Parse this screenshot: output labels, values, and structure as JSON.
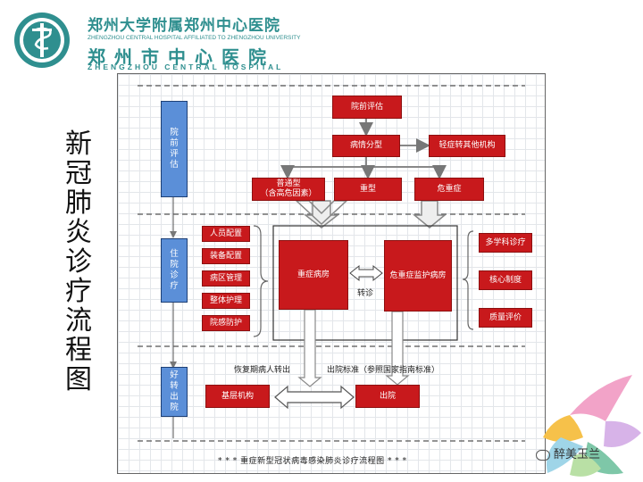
{
  "header": {
    "hospital_cn_line1": "郑州大学附属郑州中心医院",
    "hospital_en_line1": "ZHENGZHOU CENTRAL HOSPITAL AFFILIATED TO ZHENGZHOU UNIVERSITY",
    "hospital_cn_line2": "郑州市中心医院",
    "hospital_en_line2": "ZHENGZHOU CENTRAL HOSPITAL"
  },
  "side_title": [
    "新",
    "冠",
    "肺",
    "炎",
    "诊",
    "疗",
    "流",
    "程",
    "图"
  ],
  "phases": {
    "pre_hospital": [
      "院",
      "前",
      "评",
      "估"
    ],
    "in_hospital": [
      "住",
      "院",
      "诊",
      "疗"
    ],
    "discharge": [
      "好",
      "转",
      "出",
      "院"
    ]
  },
  "nodes": {
    "assess": "院前评估",
    "classify": "病情分型",
    "mild_transfer": "轻症转其他机构",
    "common_line1": "普通型",
    "common_line2": "（含高危因素）",
    "severe": "重型",
    "critical": "危重症",
    "severe_ward": "重症病房",
    "icu": "危重症监护病房",
    "transfer_label": "转诊",
    "recovery_label": "恢复期病人转出",
    "discharge_criteria": "出院标准（参照国家指南标准）",
    "primary_care": "基层机构",
    "discharge": "出院"
  },
  "left_support": [
    "人员配置",
    "装备配置",
    "病区管理",
    "整体护理",
    "院感防护"
  ],
  "right_support": [
    "多学科诊疗",
    "核心制度",
    "质量评价"
  ],
  "caption": "* * * 重症新型冠状病毒感染肺炎诊疗流程图 * * *",
  "watermark": "醉美玉兰",
  "colors": {
    "teal": "#2f8f8f",
    "red": "#c8191c",
    "blue": "#5b8fd8"
  }
}
